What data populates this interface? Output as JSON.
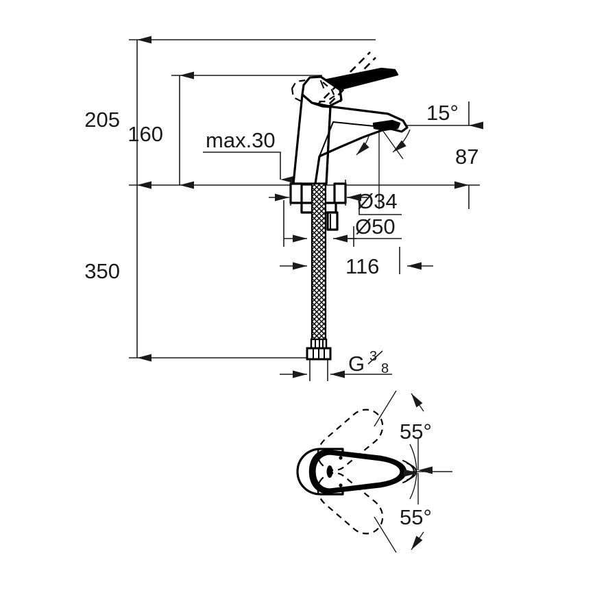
{
  "drawing": {
    "title": "Single-lever basin mixer dimensional drawing",
    "type": "technical-dimension-drawing",
    "units": "mm",
    "background_color": "#ffffff",
    "line_color": "#1a1a1a"
  },
  "dimensions": {
    "overall_height": "205",
    "spout_height": "160",
    "max_deck_thickness": "max.30",
    "aerator_offset": "87",
    "hose_length": "350",
    "escutcheon_diameter": "Ø34",
    "base_diameter": "Ø50",
    "spout_reach": "116",
    "thread_label": "G",
    "thread_numerator": "3",
    "thread_denominator": "8",
    "spout_tilt_angle": "15°",
    "swivel_angle_upper": "55°",
    "swivel_angle_lower": "55°"
  },
  "views": {
    "elevation_label": "side-elevation",
    "plan_label": "top-plan-handle-swivel"
  },
  "annotations": {
    "lever_open_position": "dashed-open-lever",
    "swivel_range_upper": "dashed-handle-rotated-up",
    "swivel_range_lower": "dashed-handle-rotated-down"
  }
}
